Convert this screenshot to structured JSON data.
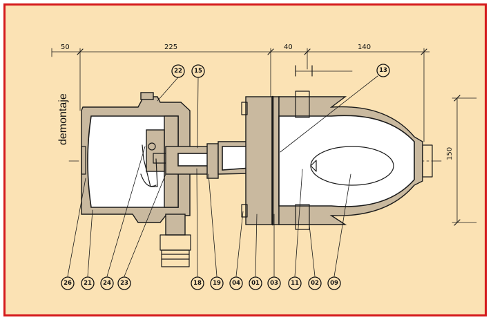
{
  "colors": {
    "background": "#fbe2b4",
    "border": "#d4191b",
    "ink": "#1a1a1a",
    "hatch": "#c9b99f"
  },
  "side_label": "demontaje",
  "dimensions": {
    "d50": "50",
    "d225": "225",
    "d40": "40",
    "d140": "140",
    "d150": "150"
  },
  "callouts": {
    "c22": "22",
    "c15": "15",
    "c13": "13",
    "c26": "26",
    "c21": "21",
    "c24": "24",
    "c23": "23",
    "c18": "18",
    "c19": "19",
    "c04": "04",
    "c01": "01",
    "c03": "03",
    "c11": "11",
    "c02": "02",
    "c09": "09"
  }
}
